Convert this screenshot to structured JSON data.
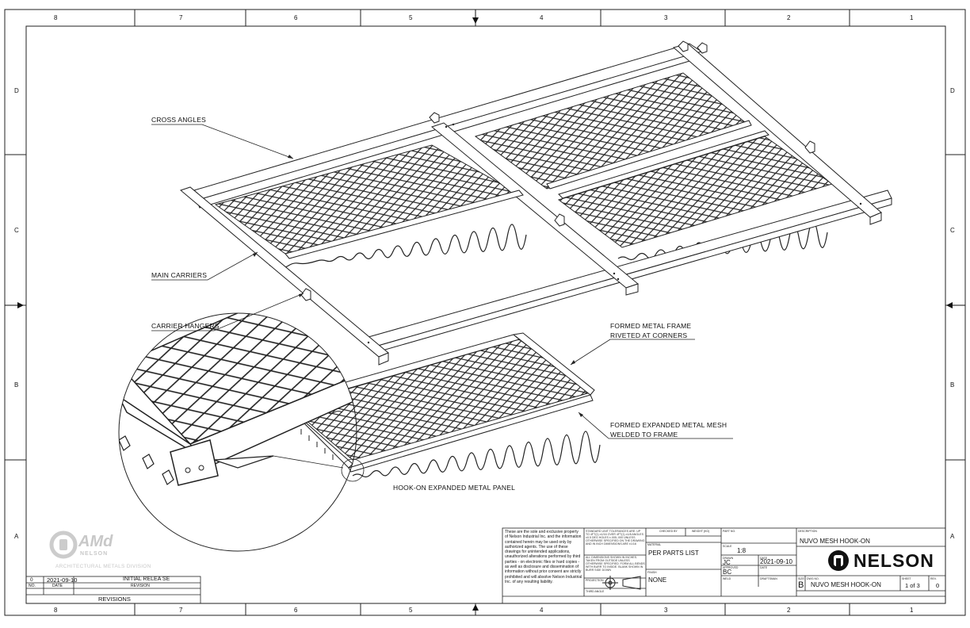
{
  "zones": {
    "columns": [
      "8",
      "7",
      "6",
      "5",
      "4",
      "3",
      "2",
      "1"
    ],
    "rows": [
      "D",
      "C",
      "B",
      "A"
    ]
  },
  "callouts": {
    "cross_angles": "CROSS ANGLES",
    "main_carriers": "MAIN CARRIERS",
    "carrier_hangers": "CARRIER HANGERS",
    "formed_frame_1": "FORMED METAL FRAME",
    "formed_frame_2": "RIVETED AT CORNERS",
    "mesh_1": "FORMED EXPANDED METAL MESH",
    "mesh_2": "WELDED TO FRAME",
    "panel_caption": "HOOK-ON EXPANDED METAL PANEL"
  },
  "logo": {
    "amd": "AMd",
    "nelson_small": "NELSON",
    "division": "ARCHITECTURAL METALS DIVISION"
  },
  "revisions": {
    "row": {
      "no": "0",
      "date": "2021-09-10",
      "revision": "INITIAL RELEA SE"
    },
    "headers": {
      "no": "NO.",
      "date": "DATE",
      "revision": "REVISION"
    },
    "title": "REVISIONS"
  },
  "title_block": {
    "proprietary": "These are the sole and exclusive property of Nelson Industrial Inc. and the information contained herein may be used only by authorized agents. The use of these drawings for unintended applications, unauthorized alterations performed by third parties - on electronic files or hard copies - as well as disclosure and dissemination of information without prior consent are strictly prohibited and will absolve Nelson Industrial Inc. of any resulting liability.",
    "tolerances": "STANDARD UNIT TOLERANCES ARE: UP TO 4FT(1) ±1/16 OVER 4FT(1) ±1/8 ANGLES ±0.5 DEG HOLES ±.005-.000 UNLESS OTHERWISE SPECIFIED ON THE DRAWING AND IN INCH DIMENSIONS ARE ±1/16",
    "notes": "ALL DIMENSIONS SHOWN IN INCHES. TAKEN FROM OUTSIDE UNLESS OTHERWISE SPECIFIED. FORM ALL BENDS WITH BURR TO INSIDE. BLANK SHOWN IN BURR SIDE DOWN",
    "labels": {
      "checked_by": "CHECKED BY",
      "finish": "FINISH",
      "projection": "PROJECTION",
      "third_angle": "THIRD ANGLE",
      "draftsman": "DRAFTSMAN",
      "weight": "WEIGHT (KG)",
      "material": "MATERIAL",
      "part_no": "PART NO.",
      "scale": "SCALE",
      "drawn": "DRAWN",
      "date": "DATE",
      "approved": "APPROVED",
      "weld": "WELD",
      "description": "DESCRIPTION",
      "size": "SIZE",
      "dwg_no": "DWG NO.",
      "sheet": "SHEET",
      "rev": "REV."
    },
    "material": "PER PARTS LIST",
    "finish": "NONE",
    "scale": "1:8",
    "drawn_by": "JC",
    "drawn_date": "2021-09-10",
    "approved_by": "BC",
    "description": "NUVO MESH HOOK-ON",
    "company": "NELSON",
    "size": "B",
    "dwg_no": "NUVO MESH HOOK-ON",
    "sheet": "1 of 3",
    "rev": "0"
  }
}
